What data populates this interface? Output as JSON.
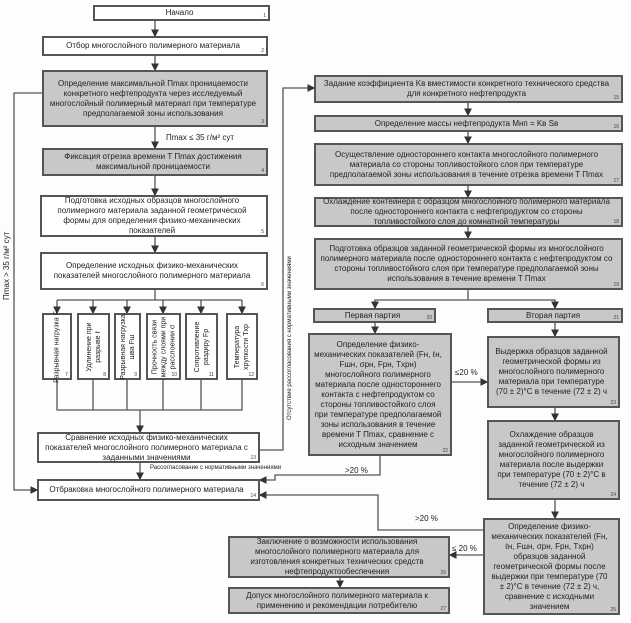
{
  "blocks": [
    {
      "n": "1",
      "text": "Начало"
    },
    {
      "n": "2",
      "text": "Отбор многослойного полимерного материала"
    },
    {
      "n": "3",
      "text": "Определение максимальной Пmax проницаемости конкретного нефтепродукта через исследуемый многослойный полимерный материал при температуре предполагаемой зоны использования"
    },
    {
      "n": "4",
      "text": "Фиксация отрезка времени T Пmax достижения максимальной проницаемости"
    },
    {
      "n": "5",
      "text": "Подготовка исходных образцов многослойного полимерного материала заданной геометрической формы для определения физико-механических показателей"
    },
    {
      "n": "6",
      "text": "Определение исходных физико-механических показателей многослойного полимерного материала"
    },
    {
      "n": "7",
      "text": "Разрывная нагрузка F"
    },
    {
      "n": "8",
      "text": "Удлинение при\nразрыве ℓ"
    },
    {
      "n": "9",
      "text": "Разрывная нагрузка\nшва Fш"
    },
    {
      "n": "10",
      "text": "Прочность связи\nмежду слоями при\nрасслоении σ"
    },
    {
      "n": "11",
      "text": "Сопротивление\nраздиру Fр"
    },
    {
      "n": "12",
      "text": "Температура\nхрупкости Tхр"
    },
    {
      "n": "13",
      "text": "Сравнение исходных физико-механических показателей многослойного полимерного материала с заданными значениями"
    },
    {
      "n": "14",
      "text": "Отбраковка многослойного полимерного материала"
    },
    {
      "n": "15",
      "text": "Задание коэффициента Kв вместимости конкретного технического средства для конкретного нефтепродукта"
    },
    {
      "n": "16",
      "text": "Определение массы нефтепродукта Mнп = Kв Sв"
    },
    {
      "n": "17",
      "text": "Осуществление одностороннего контакта многослойного полимерного материала со стороны топливостойкого слоя при температуре предполагаемой зоны использования в течение отрезка времени T Пmax"
    },
    {
      "n": "18",
      "text": "Охлаждение контейнера с образцом многослойного полимерного материала после одностороннего контакта с нефтепродуктом со стороны топливостойкого слоя до комнатной температуры"
    },
    {
      "n": "19",
      "text": "Подготовка образцов заданной геометрической формы из многослойного полимерного материала после одностороннего контакта с нефтепродуктом со стороны топливостойкого слоя при температуре предполагаемой зоны использования в течение времени T Пmax"
    },
    {
      "n": "20",
      "text": "Первая партия"
    },
    {
      "n": "21",
      "text": "Вторая партия"
    },
    {
      "n": "22",
      "text": "Определение физико-механических показателей (Fн, ℓн, Fшн, σрн, Fрн, Tхрн) многослойного полимерного материала после одностороннего контакта с нефтепродуктом со стороны топливостойкого слоя при температуре предполагаемой зоны использования в течение времени T Пmax, сравнение с исходным значением"
    },
    {
      "n": "23",
      "text": "Выдержка образцов заданной геометрической формы из многослойного полимерного материала при температуре (70 ± 2)°С в течение (72 ± 2) ч"
    },
    {
      "n": "24",
      "text": "Охлаждение образцов заданной геометрической из многослойного полимерного материала после выдержки при температуре (70 ± 2)°С в течение (72 ± 2) ч"
    },
    {
      "n": "25",
      "text": "Определение физико-механических показателей (Fн, ℓн, Fшн, σрн, Fрн, Tхрн) образцов заданной геометрической формы после выдержки при температуре (70 ± 2)°С в течение (72 ± 2) ч, сравнение с исходными значением"
    },
    {
      "n": "26",
      "text": "Заключение о возможности использования многослойного полимерного материала для изготовления конкретных технических средств нефтепродуктообеспечения"
    },
    {
      "n": "27",
      "text": "Допуск многослойного полимерного материала к применению и рекомендации потребителю"
    }
  ],
  "labels": {
    "pmax_le": "Пmax ≤ 35 г/м² сут",
    "pmax_gt": "Пmax > 35 г/м² сут",
    "no_mismatch": "Отсутствие рассогласования с нормативными значениями",
    "mismatch": "Рассогласование с нормативными значениями",
    "le20_a": "≤20 %",
    "gt20_a": ">20 %",
    "gt20_b": ">20 %",
    "le20_b": "≤ 20 %"
  }
}
